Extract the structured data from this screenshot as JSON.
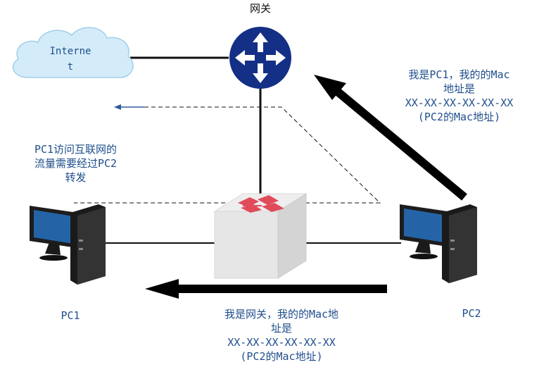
{
  "gateway": {
    "title": "网关"
  },
  "cloud": {
    "line1": "Interne",
    "line2": "t"
  },
  "pc1": {
    "label": "PC1"
  },
  "pc2": {
    "label": "PC2"
  },
  "note": {
    "lines": [
      "PC1访问互联网的",
      "流量需要经过PC2",
      "转发"
    ]
  },
  "pc2_claim": {
    "lines": [
      "我是PC1，我的的Mac",
      "地址是",
      "XX-XX-XX-XX-XX-XX",
      "(PC2的Mac地址)"
    ]
  },
  "gateway_claim": {
    "lines": [
      "我是网关，我的的Mac地",
      "址是",
      "XX-XX-XX-XX-XX-XX",
      "(PC2的Mac地址)"
    ]
  },
  "colors": {
    "text_blue": "#1f4e8c",
    "router_blue": "#142f86",
    "arrow_black": "#000000",
    "switch_arrow": "#e04b5a"
  }
}
